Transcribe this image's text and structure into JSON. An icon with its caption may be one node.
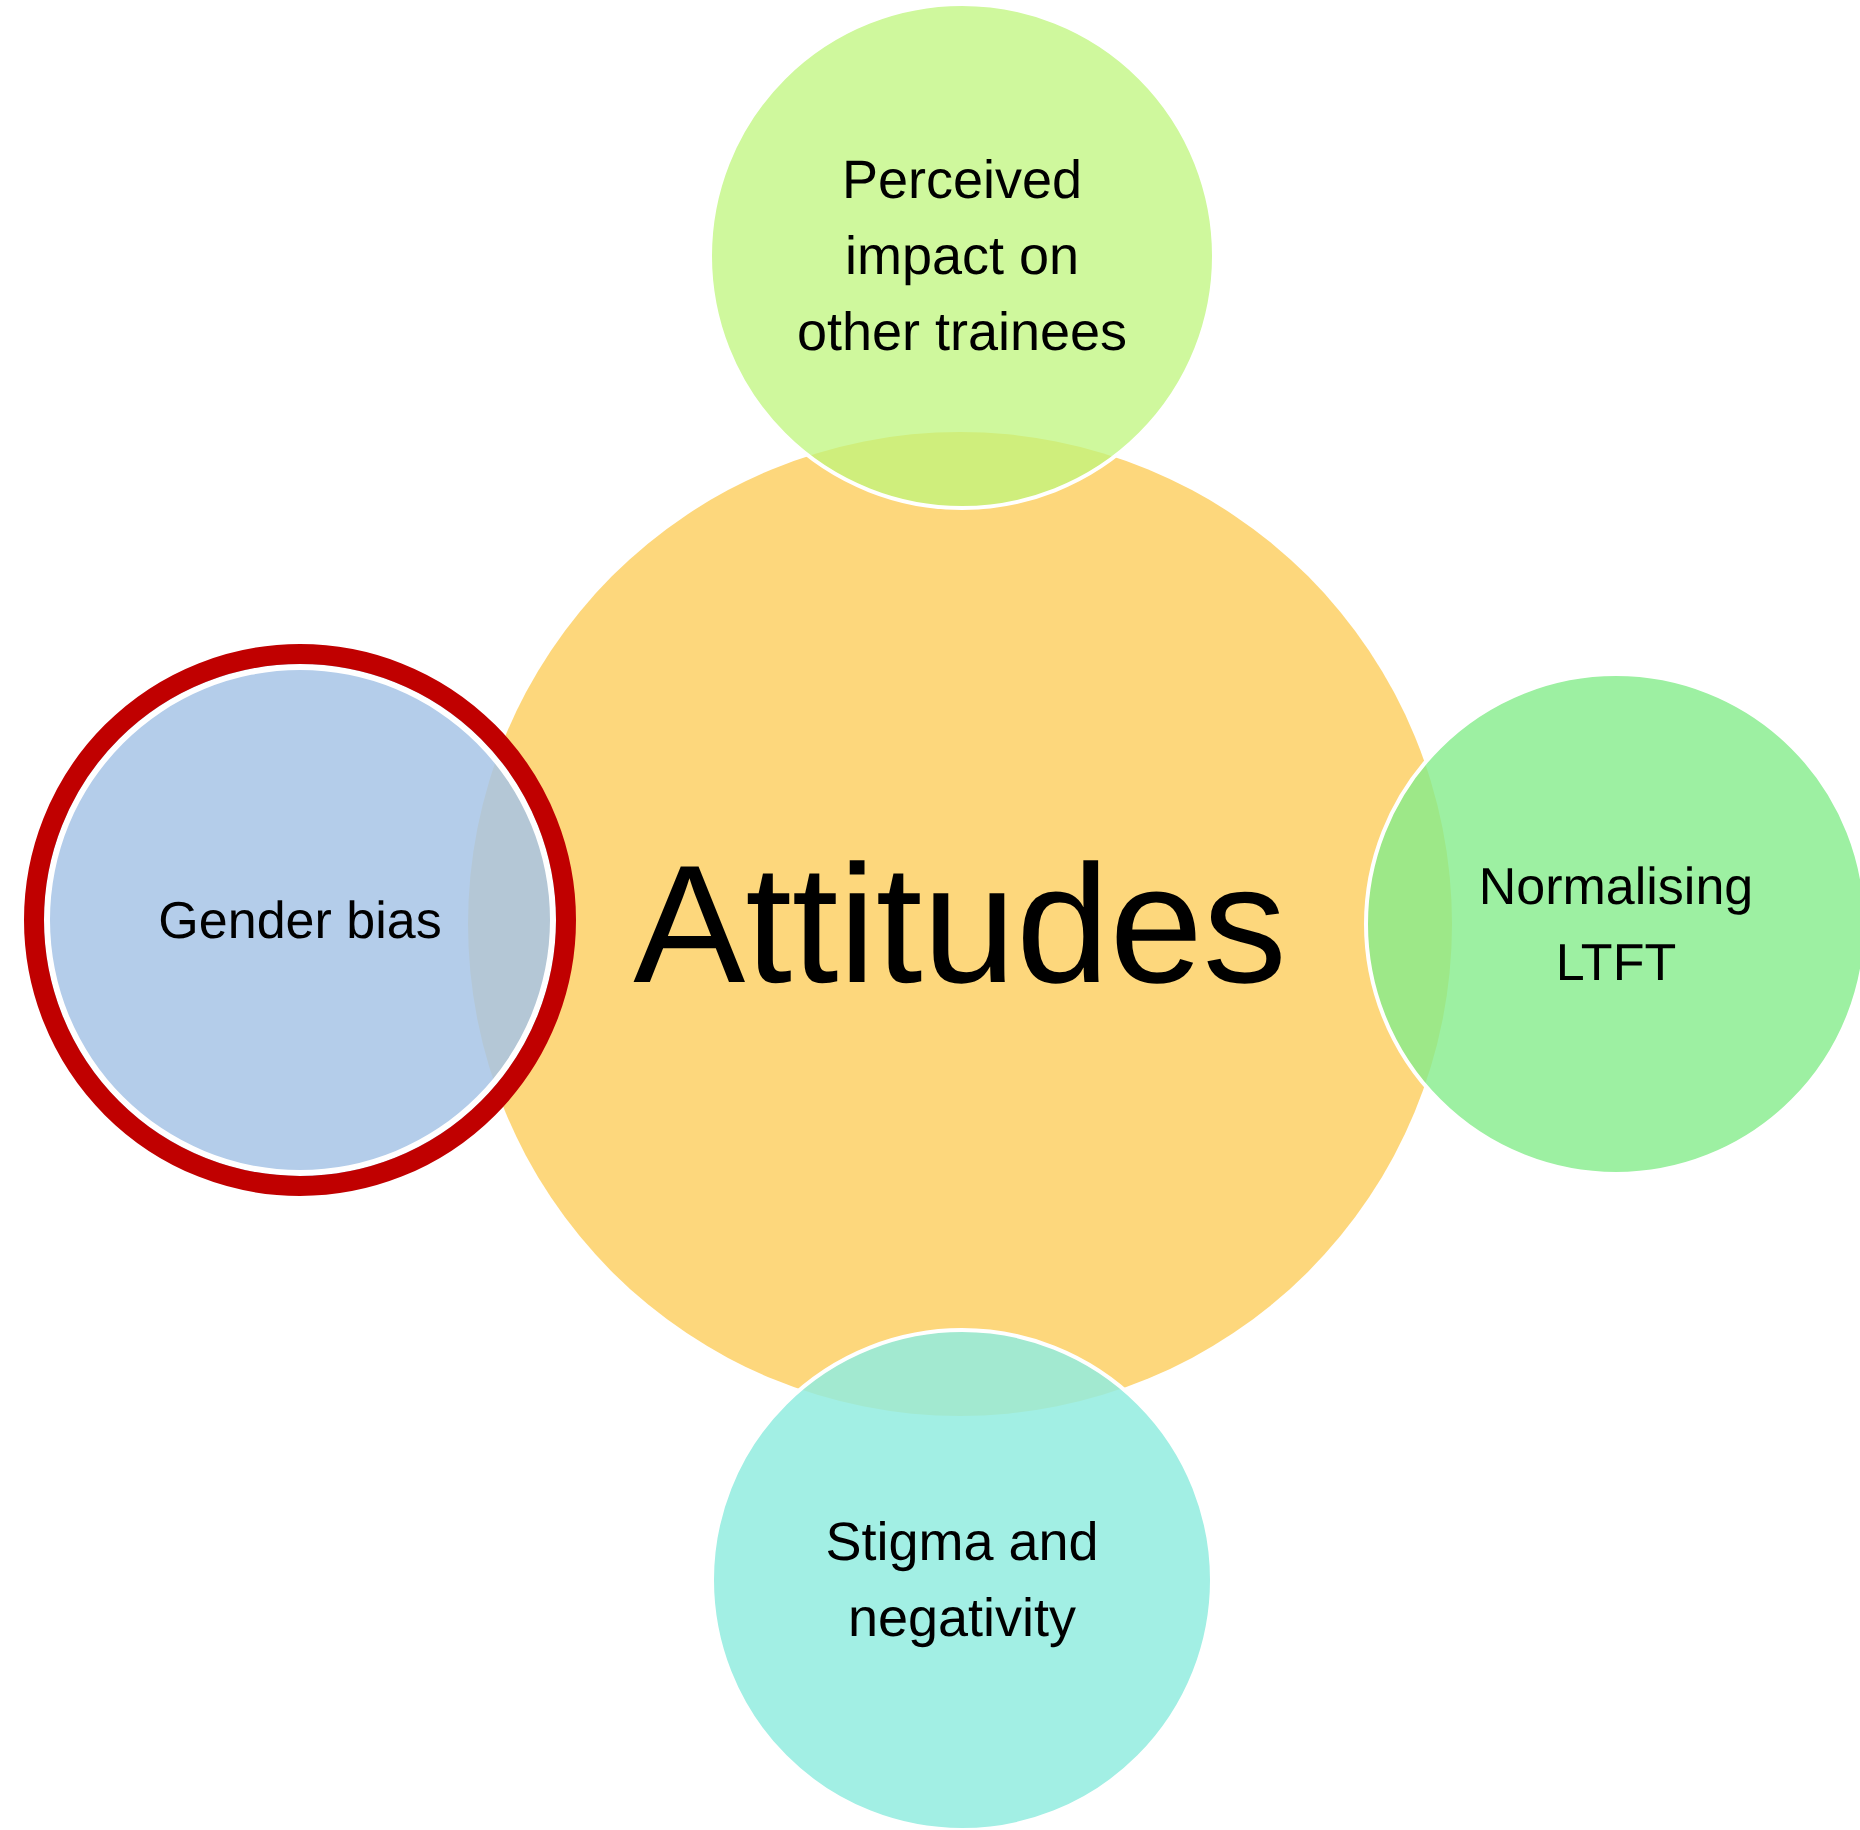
{
  "diagram": {
    "nodes": [
      {
        "text": [
          "Perceived impact on other trainees"
        ]
      },
      {
        "text": [
          "Gender bias"
        ]
      },
      {
        "text": [
          "Attitudes"
        ]
      },
      {
        "text": [
          "Normalising LTFT"
        ]
      },
      {
        "text": [
          "Stigma and negativity"
        ]
      }
    ]
  }
}
